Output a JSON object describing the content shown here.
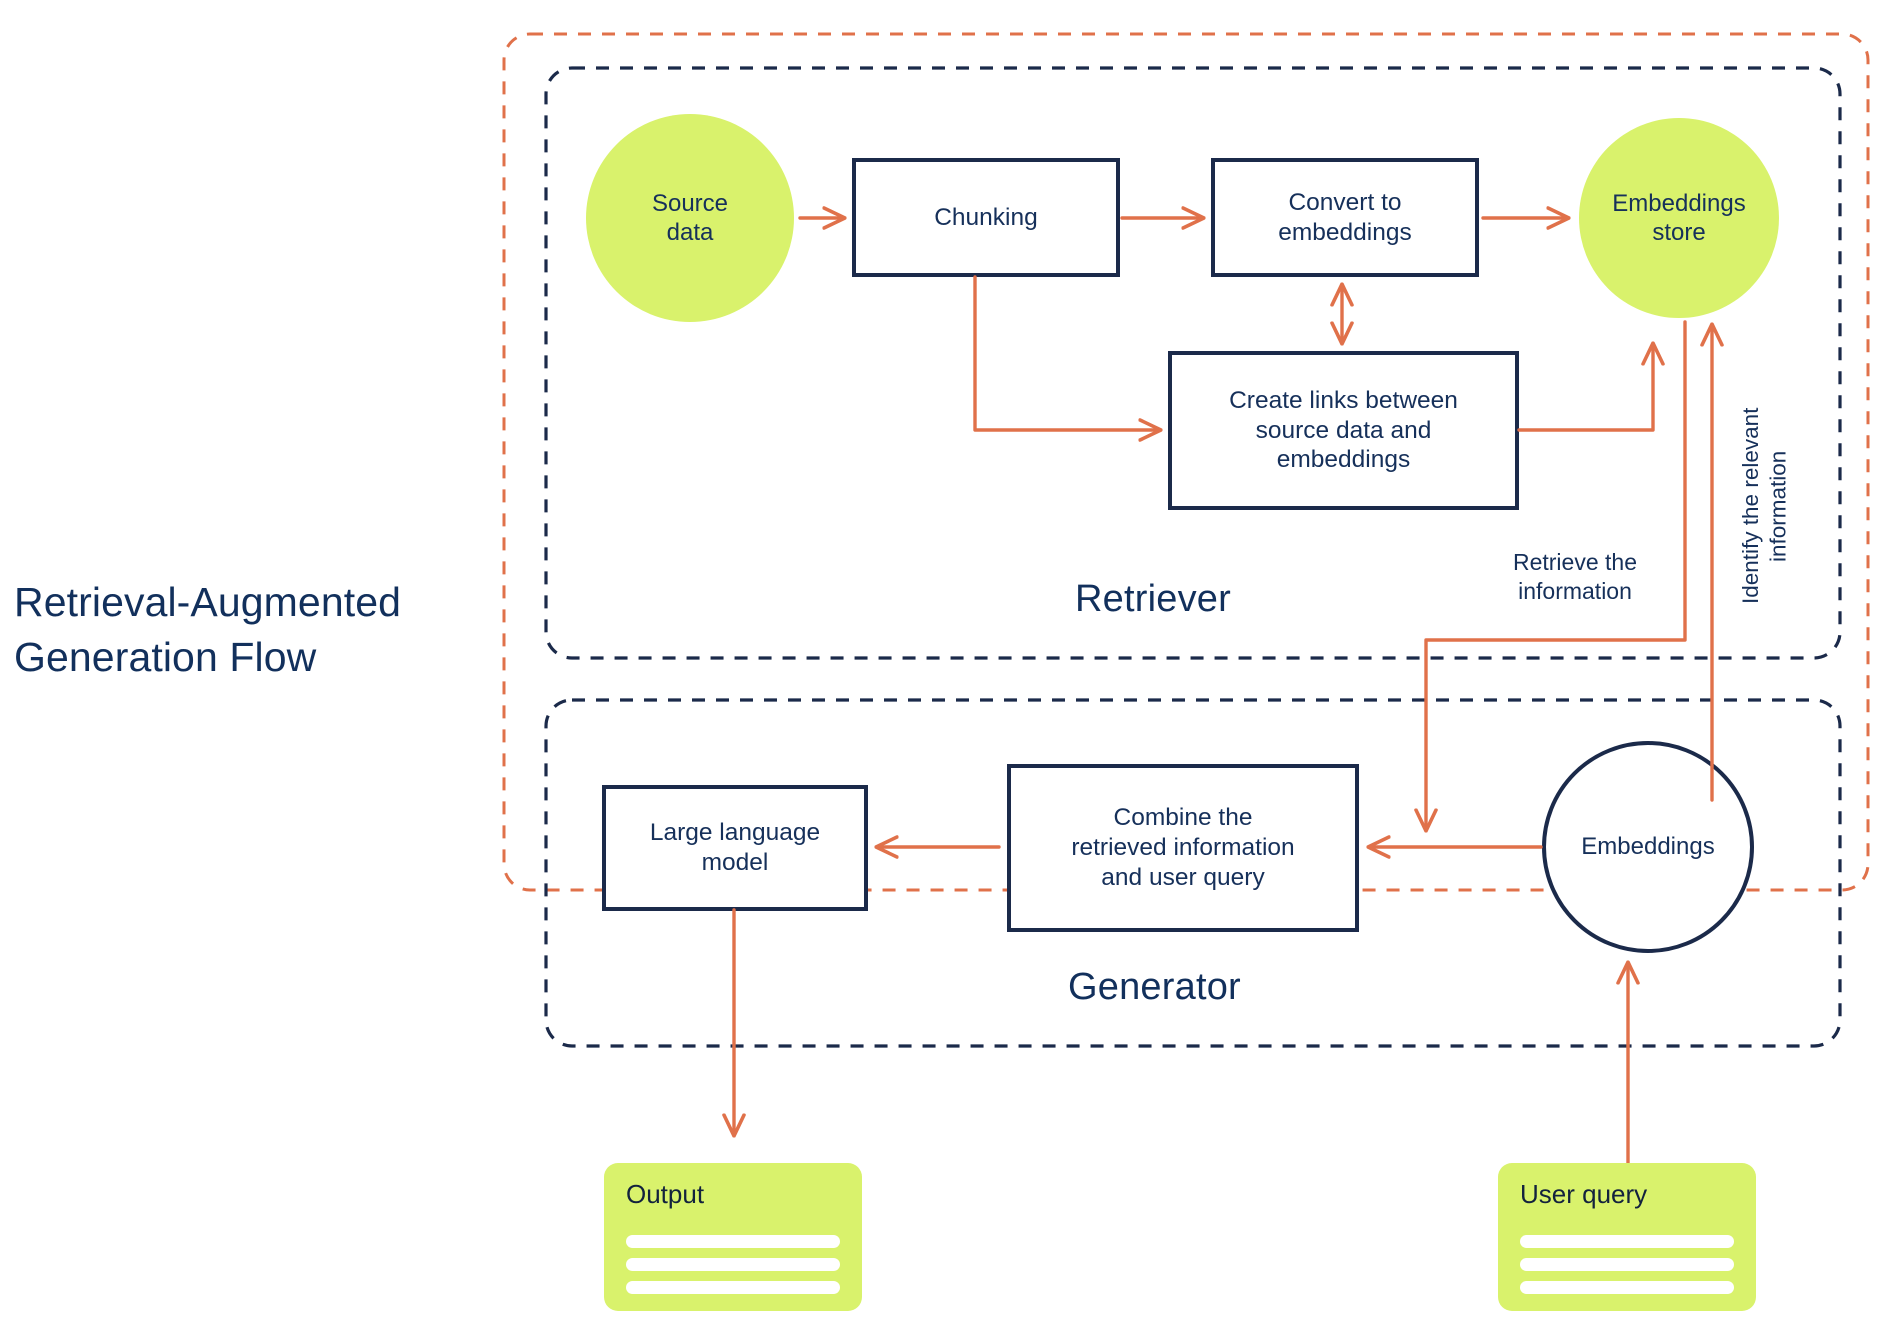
{
  "title": "Retrieval-Augmented Generation Flow",
  "zones": [
    {
      "id": "retriever",
      "label": "Retriever"
    },
    {
      "id": "generator",
      "label": "Generator"
    }
  ],
  "nodes": {
    "source_data": "Source\ndata",
    "source_data_line1": "Source",
    "source_data_line2": "data",
    "chunking": "Chunking",
    "convert_to_embeddings_line1": "Convert to",
    "convert_to_embeddings_line2": "embeddings",
    "embeddings_store_line1": "Embeddings",
    "embeddings_store_line2": "store",
    "create_links_line1": "Create links between",
    "create_links_line2": "source data and",
    "create_links_line3": "embeddings",
    "large_language_model_line1": "Large language",
    "large_language_model_line2": "model",
    "combine_line1": "Combine the",
    "combine_line2": "retrieved information",
    "combine_line3": "and user query",
    "embeddings": "Embeddings"
  },
  "edge_labels": {
    "retrieve_line1": "Retrieve the",
    "retrieve_line2": "information",
    "identify": "Identify the relevant\ninformation"
  },
  "cards": {
    "output": {
      "title": "Output",
      "bars": 3
    },
    "user_query": {
      "title": "User query",
      "bars": 3
    }
  },
  "colors": {
    "lime": "#d9f26c",
    "navy": "#1b2a4a",
    "orange": "#e0714a",
    "title_navy": "#12305c",
    "white": "#ffffff"
  },
  "diagram": {
    "type": "flow-diagram",
    "outer_border": "orange-dashed",
    "inner_borders": "navy-dashed",
    "flow": [
      "Source data -> Chunking",
      "Chunking -> Convert to embeddings",
      "Convert to embeddings -> Embeddings store",
      "Chunking -> Create links between source data and embeddings",
      "Convert to embeddings <-> Create links between source data and embeddings",
      "Create links between source data and embeddings -> Embeddings store",
      "Embeddings store -> Combine the retrieved information and user query",
      "Embeddings -> Embeddings store",
      "Embeddings -> Combine the retrieved information and user query",
      "Combine the retrieved information and user query -> Large language model",
      "Large language model -> Output",
      "User query -> Embeddings"
    ]
  }
}
